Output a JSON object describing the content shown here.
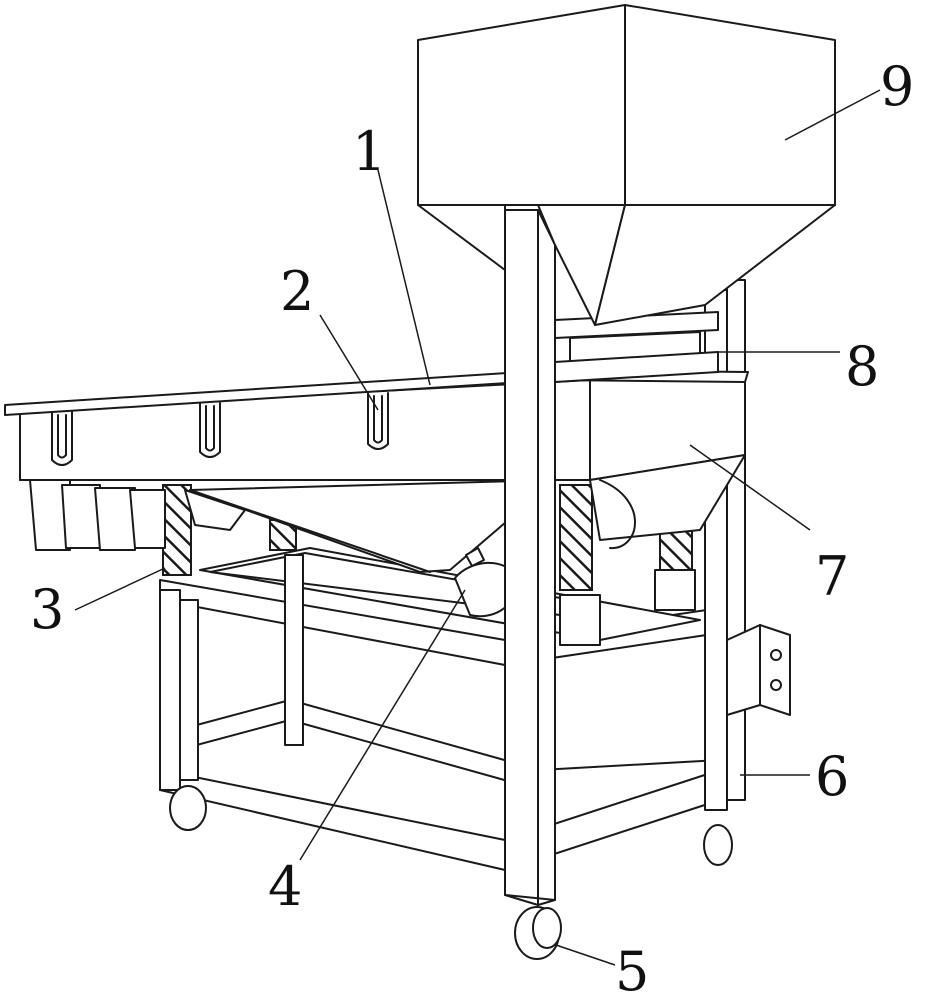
{
  "diagram": {
    "labels": [
      {
        "id": "1",
        "text": "1"
      },
      {
        "id": "2",
        "text": "2"
      },
      {
        "id": "3",
        "text": "3"
      },
      {
        "id": "4",
        "text": "4"
      },
      {
        "id": "5",
        "text": "5"
      },
      {
        "id": "6",
        "text": "6"
      },
      {
        "id": "7",
        "text": "7"
      },
      {
        "id": "8",
        "text": "8"
      },
      {
        "id": "9",
        "text": "9"
      }
    ]
  },
  "colors": {
    "line": "#1a1a1a",
    "background": "#ffffff"
  }
}
